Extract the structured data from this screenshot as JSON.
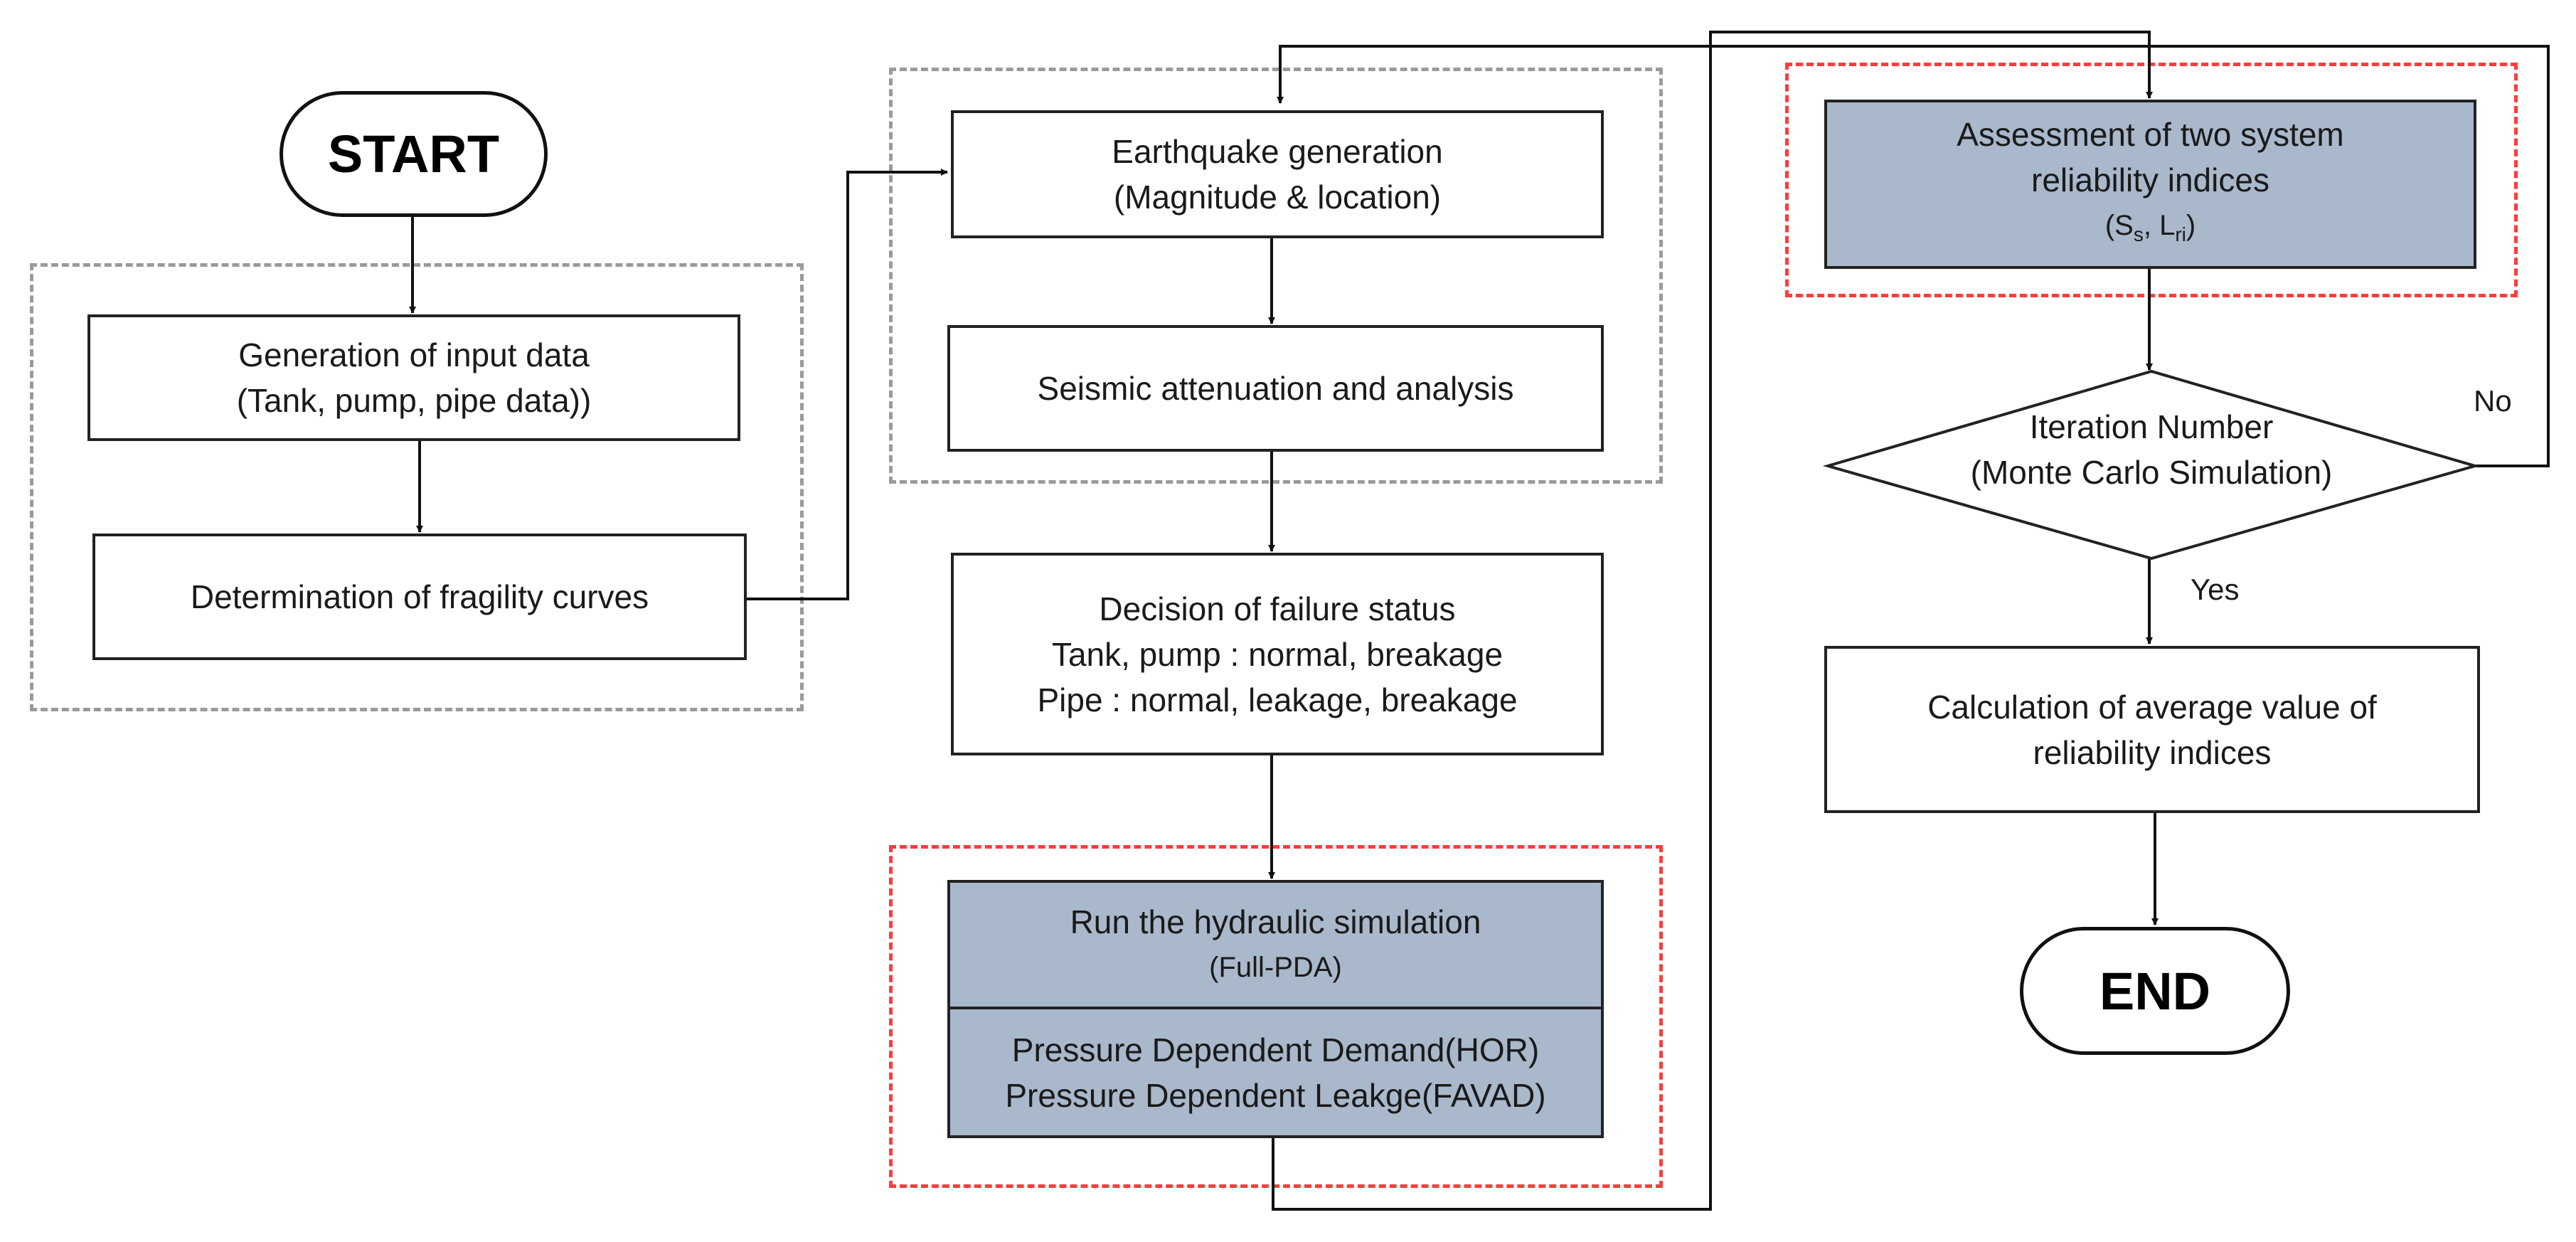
{
  "nodes": {
    "start": "START",
    "input_data": [
      "Generation of input data",
      "(Tank, pump, pipe data))"
    ],
    "fragility": "Determination of fragility curves",
    "earthquake": [
      "Earthquake generation",
      "(Magnitude & location)"
    ],
    "seismic": "Seismic attenuation and analysis",
    "failure": [
      "Decision of failure status",
      "Tank, pump : normal, breakage",
      "Pipe : normal, leakage, breakage"
    ],
    "hydraulic": [
      "Run the hydraulic simulation",
      "(Full-PDA)"
    ],
    "pressure": [
      "Pressure Dependent Demand(HOR)",
      "Pressure Dependent Leakge(FAVAD)"
    ],
    "assessment": [
      "Assessment of two system",
      "reliability indices"
    ],
    "assessment_symbols": {
      "s_main": "S",
      "s_sub": "s",
      "sep": ", ",
      "l_main": "L",
      "l_sub": "ri",
      "open": "(",
      "close": ")"
    },
    "iteration": [
      "Iteration Number",
      "(Monte Carlo Simulation)"
    ],
    "average": [
      "Calculation of average value of",
      "reliability indices"
    ],
    "end": "END"
  },
  "edge_labels": {
    "no": "No",
    "yes": "Yes"
  },
  "colors": {
    "shaded_box": "#a9b8cb",
    "gray_region": "#9a9a9a",
    "red_region": "#ff3b3b",
    "line": "#111111"
  }
}
